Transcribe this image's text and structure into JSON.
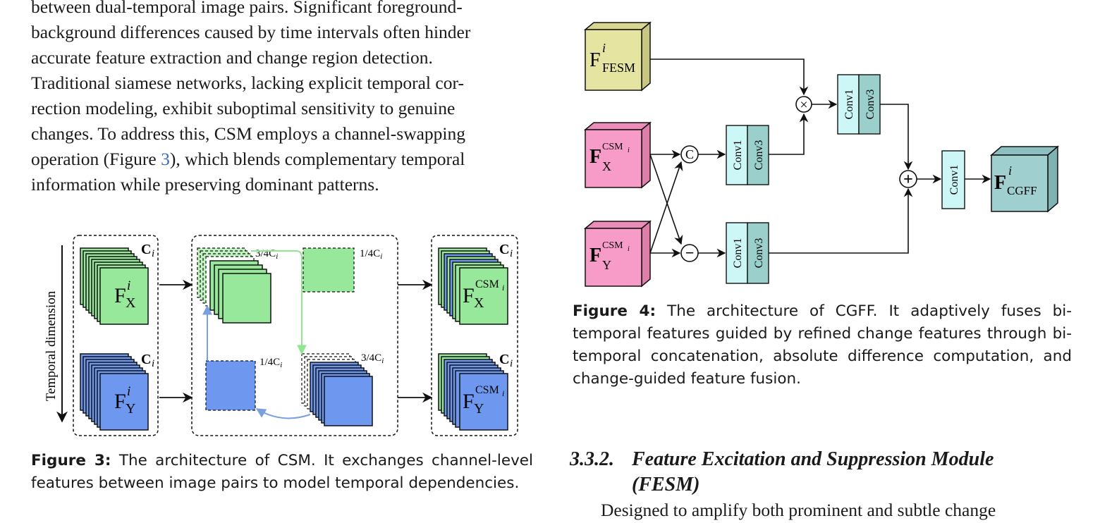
{
  "body_text": {
    "line1": "between dual-temporal image pairs. Significant foreground-",
    "line2": "background differences caused by time intervals often hinder",
    "line3": "accurate feature extraction and change region detection.",
    "line4": "Traditional siamese networks, lacking explicit temporal cor-",
    "line5": "rection modeling, exhibit suboptimal sensitivity to genuine",
    "line6": "changes. To address this, CSM employs a channel-swapping",
    "line7a": "operation (Figure ",
    "line7ref": "3",
    "line7b": "), which blends complementary temporal",
    "line8": "information while preserving dominant patterns."
  },
  "fig3": {
    "axis_label": "Temporal dimension",
    "ci": "C",
    "ci_sub": "i",
    "frac_3_4": "3/4C",
    "frac_1_4": "1/4C",
    "F": "F",
    "sup_i": "i",
    "sub_X": "X",
    "sub_Y": "Y",
    "sup_csm": "CSM",
    "colors": {
      "green": "#97e89a",
      "blue": "#6e98f0",
      "arrow_green": "#8fe88f",
      "arrow_blue": "#7a9fe0"
    },
    "caption_label": "Figure 3:",
    "caption_text": " The architecture of CSM. It exchanges channel-level features between image pairs to model temporal dependencies."
  },
  "fig4": {
    "F": "F",
    "sub_fesm": "FESM",
    "sub_cgff": "CGFF",
    "sup_i": "i",
    "sup_csm": "CSM",
    "sub_X": "X",
    "sub_Y": "Y",
    "conv1": "Conv1",
    "conv3": "Conv3",
    "op_multiply": "×",
    "op_concat": "C",
    "op_minus": "−",
    "op_plus": "+",
    "colors": {
      "fesm": "#e6e4a1",
      "pink": "#f79cc8",
      "cyan": "#cdf7f7",
      "teal": "#9bcfcc",
      "cgff": "#9fcfcf"
    },
    "caption_label": "Figure 4:",
    "caption_text": " The architecture of CGFF. It adaptively fuses bi-temporal features guided by refined change features through bi-temporal concatenation, absolute difference computation, and change-guided feature fusion."
  },
  "section": {
    "number": "3.3.2.",
    "title_line1": "Feature Excitation and Suppression Module",
    "title_line2": "(FESM)",
    "body_line1": "Designed to amplify both prominent and subtle change"
  }
}
